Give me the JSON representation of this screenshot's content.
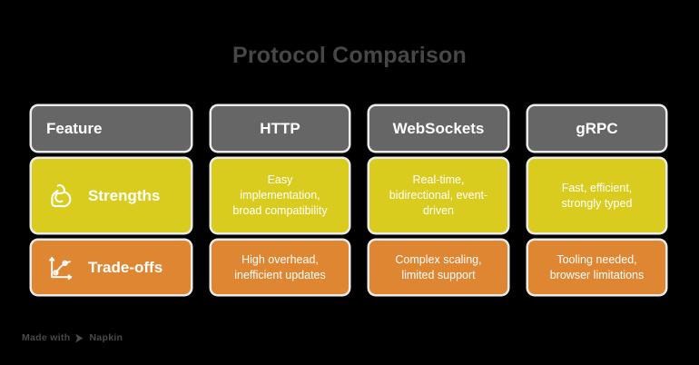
{
  "page": {
    "title": "Protocol Comparison",
    "background_color": "#000000",
    "title_color": "#474747"
  },
  "colors": {
    "header": "#666666",
    "strengths": "#d9cc1e",
    "tradeoffs": "#df8633",
    "text": "#ffffff",
    "outline": "#ffffff"
  },
  "table": {
    "columns": [
      {
        "key": "feature",
        "label": "Feature"
      },
      {
        "key": "http",
        "label": "HTTP"
      },
      {
        "key": "websockets",
        "label": "WebSockets"
      },
      {
        "key": "grpc",
        "label": "gRPC"
      }
    ],
    "rows": [
      {
        "key": "strengths",
        "label": "Strengths",
        "icon": "flexed-bicep-icon",
        "color": "#d9cc1e",
        "cells": [
          "Easy\nimplementation,\nbroad compatibility",
          "Real-time,\nbidirectional, event-\ndriven",
          "Fast, efficient,\nstrongly typed"
        ]
      },
      {
        "key": "tradeoffs",
        "label": "Trade-offs",
        "icon": "line-chart-icon",
        "color": "#df8633",
        "cells": [
          "High overhead,\ninefficient updates",
          "Complex scaling,\nlimited support",
          "Tooling needed,\nbrowser limitations"
        ]
      }
    ]
  },
  "footer": {
    "made_with": "Made with",
    "brand": "Napkin",
    "logo_icon": "napkin-play-icon"
  }
}
